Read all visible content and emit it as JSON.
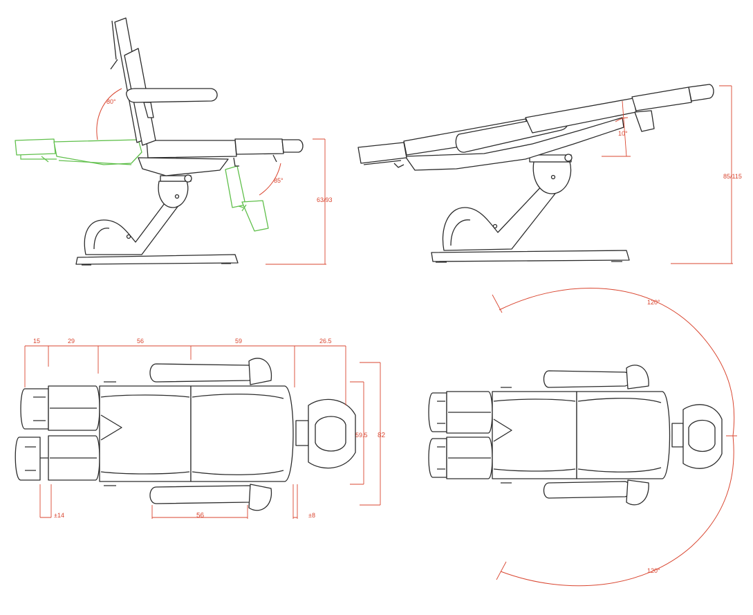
{
  "colors": {
    "outline": "#2a2a2a",
    "dimension": "#d9452f",
    "alternate_position": "#5fbf4a",
    "background": "#ffffff"
  },
  "side_view_folded": {
    "backrest_angle": "80°",
    "leg_angle": "85°",
    "height_range": "63/93"
  },
  "side_view_reclined": {
    "tilt_angle": "10°",
    "height_range": "85/115"
  },
  "top_view": {
    "top_dims": [
      "15",
      "29",
      "56",
      "59",
      "26.5"
    ],
    "bottom_dims": [
      "±14",
      "56",
      "±8"
    ],
    "right_dims": [
      "59.5",
      "82"
    ]
  },
  "rotation_view": {
    "rotation_top": "120°",
    "rotation_bottom": "120°"
  }
}
